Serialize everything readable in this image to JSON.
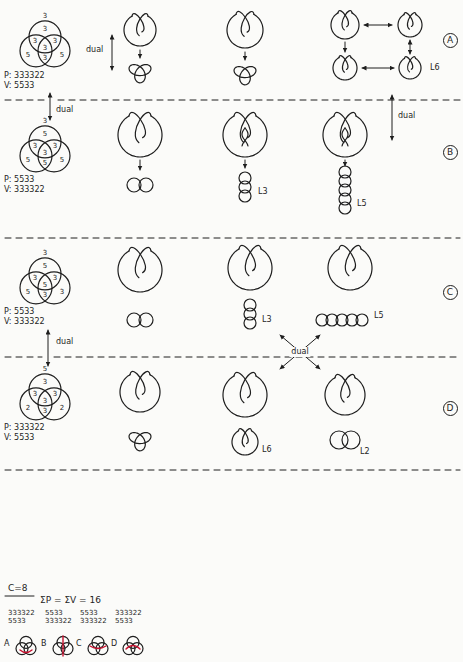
{
  "diagram": {
    "nodes": [
      {
        "text": [
          "A"
        ]
      },
      {
        "text": [
          "B"
        ]
      },
      {
        "text": [
          "C"
        ]
      },
      {
        "text": [
          "D"
        ]
      }
    ],
    "labels": [
      "3",
      "3",
      "3",
      "3",
      "5",
      "3",
      "5",
      "3",
      "P: 333322",
      "V: 5533",
      "dual",
      "dual",
      "L6",
      "3",
      "5",
      "3",
      "3",
      "5",
      "3",
      "5",
      "5",
      "P: 5533",
      "V: 333322",
      "L3",
      "L5",
      "dual",
      "3",
      "5",
      "3",
      "3",
      "5",
      "5",
      "3",
      "3",
      "P: 5533",
      "V: 333322",
      "L3",
      "L5",
      "dual",
      "5",
      "3",
      "3",
      "3",
      "2",
      "3",
      "2",
      "3",
      "P: 333322",
      "V: 5533",
      "dual",
      "L6",
      "L2",
      "C=8",
      "ΣP = ΣV = 16",
      "333322",
      "5533",
      "5533",
      "333322",
      "5533",
      "333322",
      "333322",
      "5533",
      "A",
      "B",
      "C",
      "D"
    ]
  }
}
